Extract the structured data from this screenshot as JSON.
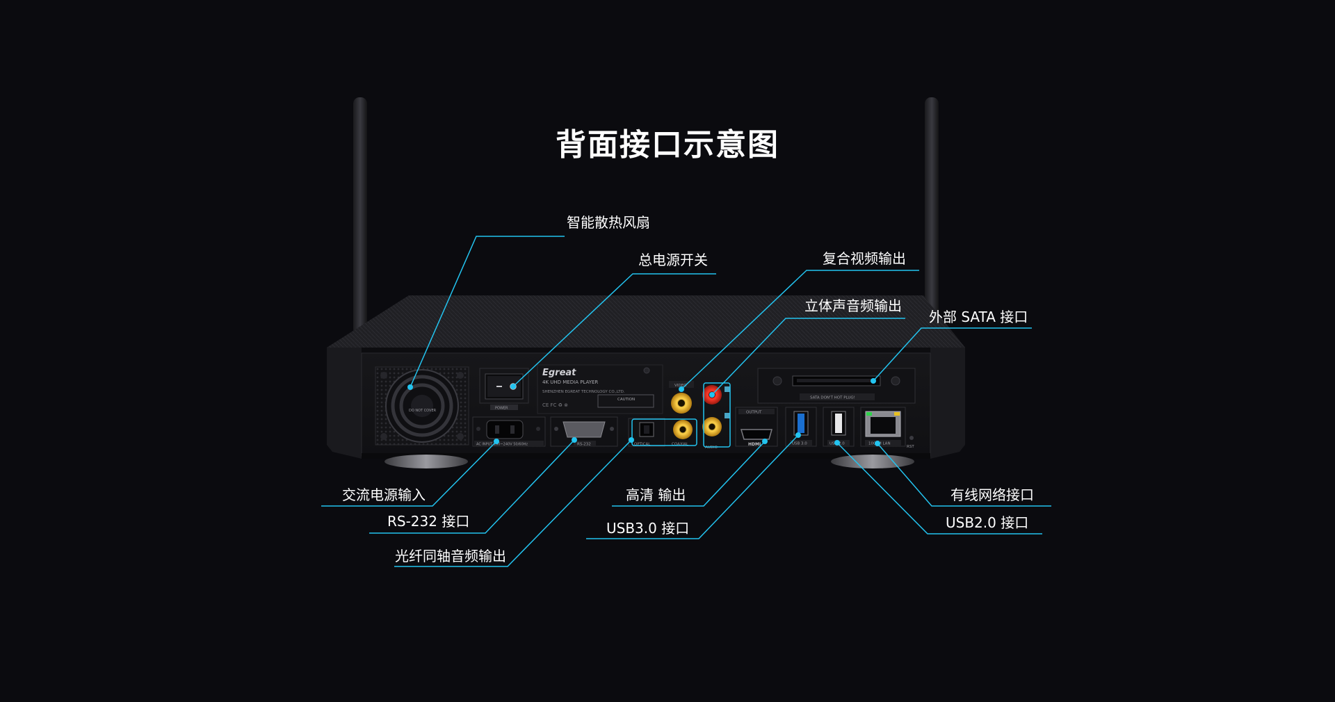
{
  "title": "背面接口示意图",
  "device": {
    "brand": "Egreat",
    "model_line": "4K UHD MEDIA PLAYER",
    "maker_line": "SHENZHEN EGREAT TECHNOLOGY CO.,LTD.",
    "caution": "CAUTION",
    "fan_text": "DO NOT COVER",
    "power_text": "POWER",
    "ac_text": "AC INPUT  100~240V 50/60Hz",
    "rs232_text": "RS-232",
    "optical_text": "OPTICAL",
    "coaxial_text": "COAXIAL",
    "audio_text": "AUDIO",
    "video_text": "VIDEO",
    "output_text": "OUTPUT",
    "hdmi_text": "HDMI",
    "usb3_text": "USB 3.0",
    "usb2_text": "USB 2.0",
    "lan_text": "1000M LAN",
    "rst_text": "RST",
    "sata_text": "SATA    DON'T HOT PLUG!"
  },
  "labels": {
    "fan": "智能散热风扇",
    "power_switch": "总电源开关",
    "composite_video": "复合视频输出",
    "stereo_audio": "立体声音频输出",
    "sata": "外部 SATA 接口",
    "ac_input": "交流电源输入",
    "rs232": "RS-232 接口",
    "optical_coaxial": "光纤同轴音频输出",
    "hdmi": "高清 输出",
    "usb3": "USB3.0 接口",
    "lan": "有线网络接口",
    "usb2": "USB2.0 接口"
  },
  "colors": {
    "background": "#0b0b0f",
    "callout": "#23c4f0",
    "text": "#ffffff"
  }
}
